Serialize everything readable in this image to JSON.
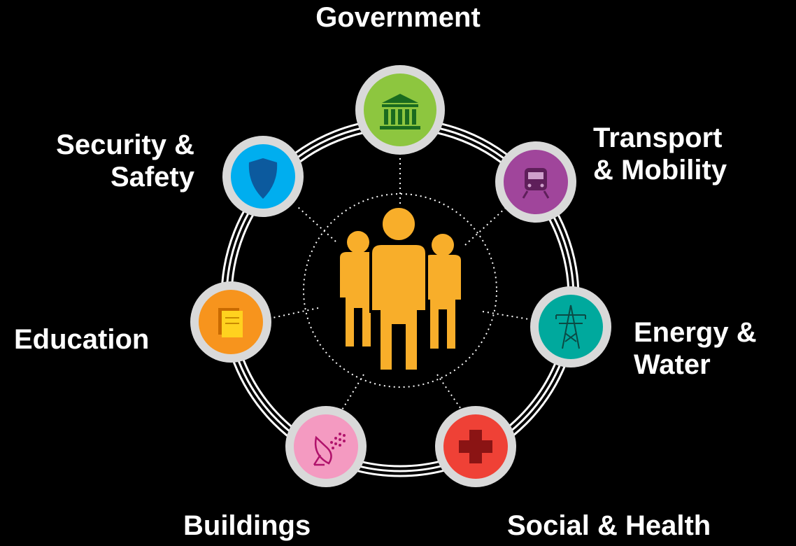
{
  "diagram": {
    "center": {
      "icon": "people-group-icon"
    },
    "nodes": [
      {
        "id": "government",
        "label_lines": [
          "Government"
        ],
        "icon": "government-building-icon",
        "color": "#8dc63f"
      },
      {
        "id": "transport",
        "label_lines": [
          "Transport",
          "& Mobility"
        ],
        "icon": "train-icon",
        "color": "#a0459b"
      },
      {
        "id": "energy",
        "label_lines": [
          "Energy &",
          "Water"
        ],
        "icon": "power-pylon-icon",
        "color": "#00a99d"
      },
      {
        "id": "social",
        "label_lines": [
          "Social & Health"
        ],
        "icon": "medical-cross-icon",
        "color": "#ef4136"
      },
      {
        "id": "buildings",
        "label_lines": [
          "Buildings"
        ],
        "icon": "satellite-dish-icon",
        "color": "#f49ac1"
      },
      {
        "id": "education",
        "label_lines": [
          "Education"
        ],
        "icon": "books-icon",
        "color": "#f7941d"
      },
      {
        "id": "security",
        "label_lines": [
          "Security &",
          "Safety"
        ],
        "icon": "police-shield-icon",
        "color": "#00aeef"
      }
    ],
    "colors": {
      "background": "#000000",
      "label": "#ffffff",
      "node_ring": "#d9d9d9",
      "people": "#f8ae2a"
    }
  }
}
